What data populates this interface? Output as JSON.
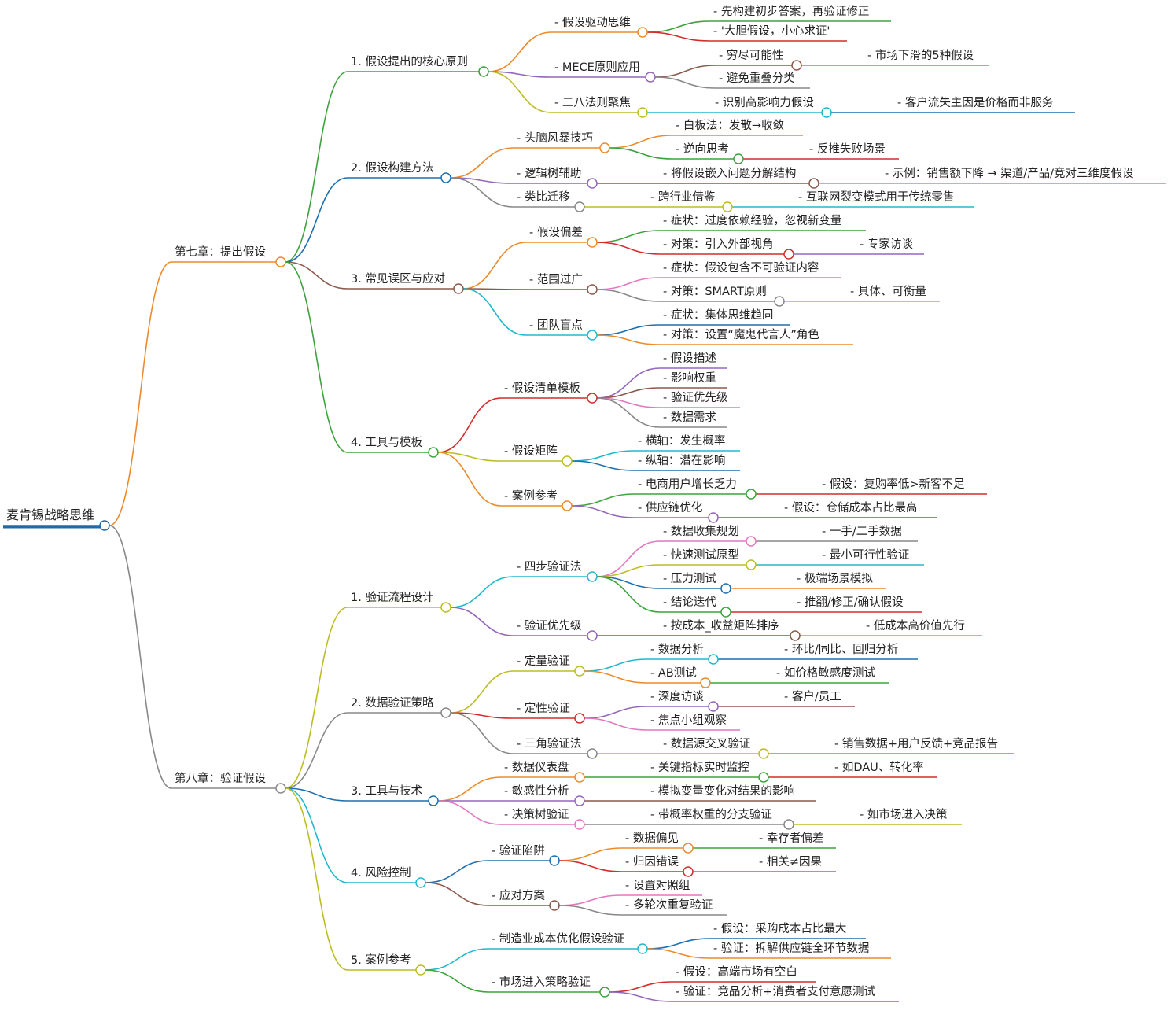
{
  "colors": {
    "green": "#3ca33c",
    "red": "#d62b2b",
    "brown": "#8b5a4a",
    "cyan": "#20b8cc",
    "purple": "#9467bd",
    "orange": "#ee8a2a",
    "blue": "#1f6faf",
    "gray": "#888888",
    "olive": "#bcbd22",
    "pink": "#e377c2",
    "root": "#2269a6"
  },
  "root": "麦肯锡战略思维",
  "chapters": [
    {
      "label": "第七章：提出假设",
      "sections": [
        {
          "label": "1. 假设提出的核心原则",
          "items": [
            {
              "label": "- 假设驱动思维",
              "children": [
                {
                  "label": "- 先构建初步答案，再验证修正"
                },
                {
                  "label": "- '大胆假设，小心求证'"
                }
              ]
            },
            {
              "label": "- MECE原则应用",
              "children": [
                {
                  "label": "- 穷尽可能性",
                  "children": [
                    {
                      "label": "- 市场下滑的5种假设"
                    }
                  ]
                },
                {
                  "label": "- 避免重叠分类"
                }
              ]
            },
            {
              "label": "- 二八法则聚焦",
              "children": [
                {
                  "label": "- 识别高影响力假设",
                  "children": [
                    {
                      "label": "- 客户流失主因是价格而非服务"
                    }
                  ]
                }
              ]
            }
          ]
        },
        {
          "label": "2. 假设构建方法",
          "items": [
            {
              "label": "- 头脑风暴技巧",
              "children": [
                {
                  "label": "- 白板法：发散→收敛"
                },
                {
                  "label": "- 逆向思考",
                  "children": [
                    {
                      "label": "- 反推失败场景"
                    }
                  ]
                }
              ]
            },
            {
              "label": "- 逻辑树辅助",
              "children": [
                {
                  "label": "- 将假设嵌入问题分解结构",
                  "children": [
                    {
                      "label": "- 示例：销售额下降 → 渠道/产品/竞对三维度假设"
                    }
                  ]
                }
              ]
            },
            {
              "label": "- 类比迁移",
              "children": [
                {
                  "label": "- 跨行业借鉴",
                  "children": [
                    {
                      "label": "- 互联网裂变模式用于传统零售"
                    }
                  ]
                }
              ]
            }
          ]
        },
        {
          "label": "3. 常见误区与应对",
          "items": [
            {
              "label": "- 假设偏差",
              "children": [
                {
                  "label": "- 症状：过度依赖经验，忽视新变量"
                },
                {
                  "label": "- 对策：引入外部视角",
                  "children": [
                    {
                      "label": "- 专家访谈"
                    }
                  ]
                }
              ]
            },
            {
              "label": "- 范围过广",
              "children": [
                {
                  "label": "- 症状：假设包含不可验证内容"
                },
                {
                  "label": "- 对策：SMART原则",
                  "children": [
                    {
                      "label": "- 具体、可衡量"
                    }
                  ]
                }
              ]
            },
            {
              "label": "- 团队盲点",
              "children": [
                {
                  "label": "- 症状：集体思维趋同"
                },
                {
                  "label": "- 对策：设置“魔鬼代言人”角色"
                }
              ]
            }
          ]
        },
        {
          "label": "4. 工具与模板",
          "items": [
            {
              "label": "- 假设清单模板",
              "children": [
                {
                  "label": "- 假设描述"
                },
                {
                  "label": "- 影响权重"
                },
                {
                  "label": "- 验证优先级"
                },
                {
                  "label": "- 数据需求"
                }
              ]
            },
            {
              "label": "- 假设矩阵",
              "children": [
                {
                  "label": "- 横轴：发生概率"
                },
                {
                  "label": "- 纵轴：潜在影响"
                }
              ]
            },
            {
              "label": "- 案例参考",
              "children": [
                {
                  "label": "- 电商用户增长乏力",
                  "children": [
                    {
                      "label": "- 假设：复购率低>新客不足"
                    }
                  ]
                },
                {
                  "label": "- 供应链优化",
                  "children": [
                    {
                      "label": "- 假设：仓储成本占比最高"
                    }
                  ]
                }
              ]
            }
          ]
        }
      ]
    },
    {
      "label": "第八章：验证假设",
      "sections": [
        {
          "label": "1. 验证流程设计",
          "items": [
            {
              "label": "- 四步验证法",
              "children": [
                {
                  "label": "- 数据收集规划",
                  "children": [
                    {
                      "label": "- 一手/二手数据"
                    }
                  ]
                },
                {
                  "label": "- 快速测试原型",
                  "children": [
                    {
                      "label": "- 最小可行性验证"
                    }
                  ]
                },
                {
                  "label": "- 压力测试",
                  "children": [
                    {
                      "label": "- 极端场景模拟"
                    }
                  ]
                },
                {
                  "label": "- 结论迭代",
                  "children": [
                    {
                      "label": "- 推翻/修正/确认假设"
                    }
                  ]
                }
              ]
            },
            {
              "label": "- 验证优先级",
              "children": [
                {
                  "label": "- 按成本_收益矩阵排序",
                  "children": [
                    {
                      "label": "- 低成本高价值先行"
                    }
                  ]
                }
              ]
            }
          ]
        },
        {
          "label": "2. 数据验证策略",
          "items": [
            {
              "label": "- 定量验证",
              "children": [
                {
                  "label": "- 数据分析",
                  "children": [
                    {
                      "label": "- 环比/同比、回归分析"
                    }
                  ]
                },
                {
                  "label": "- AB测试",
                  "children": [
                    {
                      "label": "- 如价格敏感度测试"
                    }
                  ]
                }
              ]
            },
            {
              "label": "- 定性验证",
              "children": [
                {
                  "label": "- 深度访谈",
                  "children": [
                    {
                      "label": "- 客户/员工"
                    }
                  ]
                },
                {
                  "label": "- 焦点小组观察"
                }
              ]
            },
            {
              "label": "- 三角验证法",
              "children": [
                {
                  "label": "- 数据源交叉验证",
                  "children": [
                    {
                      "label": "- 销售数据+用户反馈+竞品报告"
                    }
                  ]
                }
              ]
            }
          ]
        },
        {
          "label": "3. 工具与技术",
          "items": [
            {
              "label": "- 数据仪表盘",
              "children": [
                {
                  "label": "- 关键指标实时监控",
                  "children": [
                    {
                      "label": "- 如DAU、转化率"
                    }
                  ]
                }
              ]
            },
            {
              "label": "- 敏感性分析",
              "children": [
                {
                  "label": "- 模拟变量变化对结果的影响"
                }
              ]
            },
            {
              "label": "- 决策树验证",
              "children": [
                {
                  "label": "- 带概率权重的分支验证",
                  "children": [
                    {
                      "label": "- 如市场进入决策"
                    }
                  ]
                }
              ]
            }
          ]
        },
        {
          "label": "4. 风险控制",
          "items": [
            {
              "label": "- 验证陷阱",
              "children": [
                {
                  "label": "- 数据偏见",
                  "children": [
                    {
                      "label": "- 幸存者偏差"
                    }
                  ]
                },
                {
                  "label": "- 归因错误",
                  "children": [
                    {
                      "label": "- 相关≠因果"
                    }
                  ]
                }
              ]
            },
            {
              "label": "- 应对方案",
              "children": [
                {
                  "label": "- 设置对照组"
                },
                {
                  "label": "- 多轮次重复验证"
                }
              ]
            }
          ]
        },
        {
          "label": "5. 案例参考",
          "items": [
            {
              "label": "- 制造业成本优化假设验证",
              "children": [
                {
                  "label": "- 假设：采购成本占比最大"
                },
                {
                  "label": "- 验证：拆解供应链全环节数据"
                }
              ]
            },
            {
              "label": "- 市场进入策略验证",
              "children": [
                {
                  "label": "- 假设：高端市场有空白"
                },
                {
                  "label": "- 验证：竞品分析+消费者支付意愿测试"
                }
              ]
            }
          ]
        }
      ]
    }
  ]
}
